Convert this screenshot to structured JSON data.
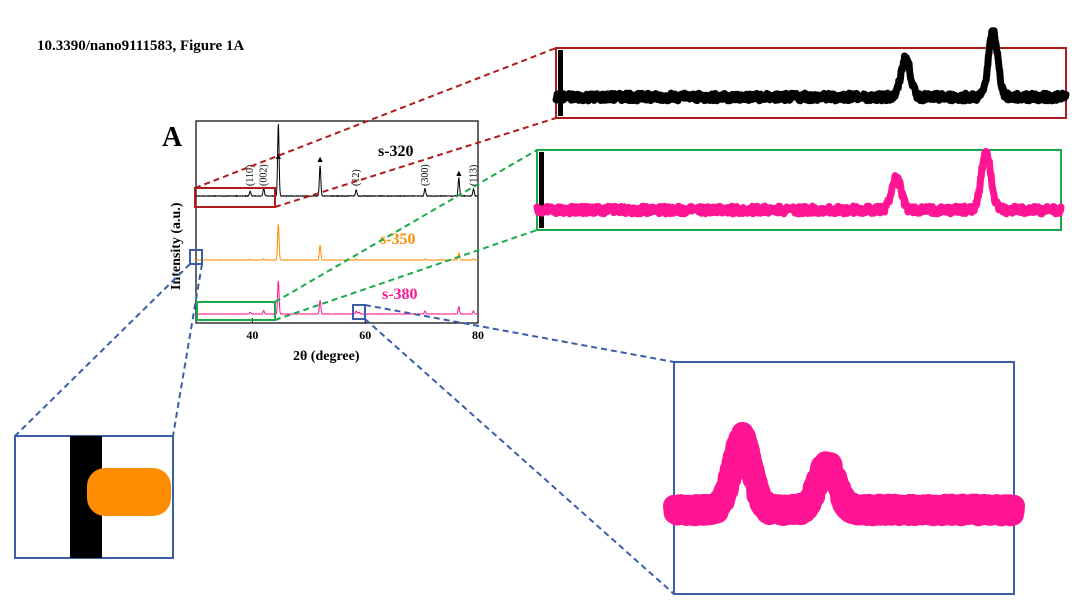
{
  "title": "10.3390/nano9111583, Figure 1A",
  "colors": {
    "s320": "#000000",
    "s350": "#ff8c00",
    "s380": "#ff1493",
    "zoom_red": "#b01c1c",
    "zoom_green": "#1aaa4a",
    "zoom_blue": "#3a5fa8"
  },
  "chart_data": {
    "type": "line",
    "panel_label": "A",
    "xlabel": "2θ (degree)",
    "ylabel": "Intensity (a.u.)",
    "xlim": [
      30,
      80
    ],
    "xticks": [
      40,
      60,
      80
    ],
    "y_axis_ticks": false,
    "grid": false,
    "legend": "inline labels at right of each trace",
    "peak_markers": [
      {
        "symbol": "▲",
        "x": 44.6
      },
      {
        "symbol": "▲",
        "x": 52.0
      },
      {
        "symbol": "▲",
        "x": 76.6
      }
    ],
    "annotations": [
      {
        "text": "(110)",
        "x": 39.6
      },
      {
        "text": "(002)",
        "x": 42.0
      },
      {
        "text": "(12)",
        "x": 58.4
      },
      {
        "text": "(300)",
        "x": 70.6
      },
      {
        "text": "(113)",
        "x": 79.2
      }
    ],
    "series": [
      {
        "name": "s-320",
        "color": "#000000",
        "peaks": [
          [
            39.6,
            6
          ],
          [
            42.0,
            10
          ],
          [
            44.6,
            95
          ],
          [
            52.0,
            40
          ],
          [
            58.4,
            8
          ],
          [
            70.6,
            10
          ],
          [
            76.6,
            24
          ],
          [
            79.2,
            9
          ]
        ]
      },
      {
        "name": "s-350",
        "color": "#ff8c00",
        "peaks": [
          [
            39.6,
            2
          ],
          [
            42.0,
            3
          ],
          [
            44.6,
            85
          ],
          [
            52.0,
            35
          ],
          [
            58.4,
            2
          ],
          [
            70.6,
            3
          ],
          [
            76.6,
            17
          ],
          [
            79.2,
            3
          ]
        ]
      },
      {
        "name": "s-380",
        "color": "#ff1493",
        "peaks": [
          [
            39.6,
            5
          ],
          [
            42.0,
            9
          ],
          [
            44.6,
            90
          ],
          [
            52.0,
            37
          ],
          [
            58.4,
            8
          ],
          [
            58.9,
            5
          ],
          [
            70.6,
            8
          ],
          [
            76.6,
            20
          ],
          [
            79.2,
            8
          ]
        ]
      }
    ],
    "zoom_insets": [
      {
        "target_series": "s-320",
        "x_range": [
          30,
          44
        ],
        "color": "#b01c1c"
      },
      {
        "target_series": "s-380",
        "x_range": [
          30,
          44
        ],
        "color": "#1aaa4a"
      },
      {
        "target_series": "s-350",
        "x_range": [
          30,
          31
        ],
        "color": "#3a5fa8"
      },
      {
        "target_series": "s-380",
        "x_range": [
          58,
          60
        ],
        "color": "#3a5fa8"
      }
    ]
  }
}
